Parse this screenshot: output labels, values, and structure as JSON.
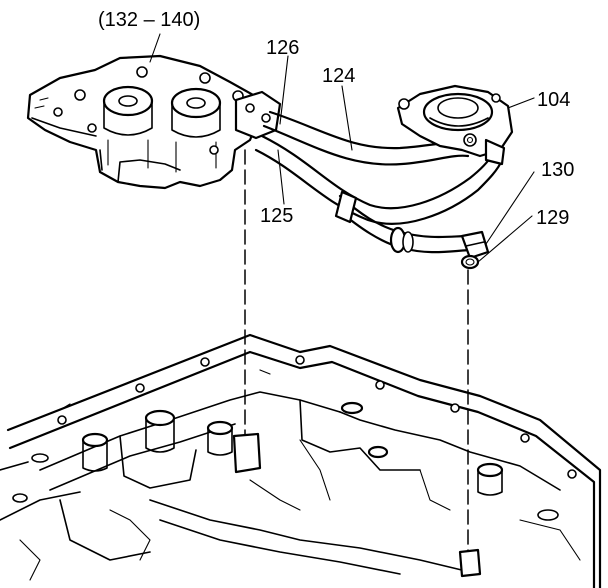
{
  "callouts": {
    "range": "(132 – 140)",
    "c126": "126",
    "c124": "124",
    "c104": "104",
    "c130": "130",
    "c129": "129",
    "c125": "125"
  }
}
